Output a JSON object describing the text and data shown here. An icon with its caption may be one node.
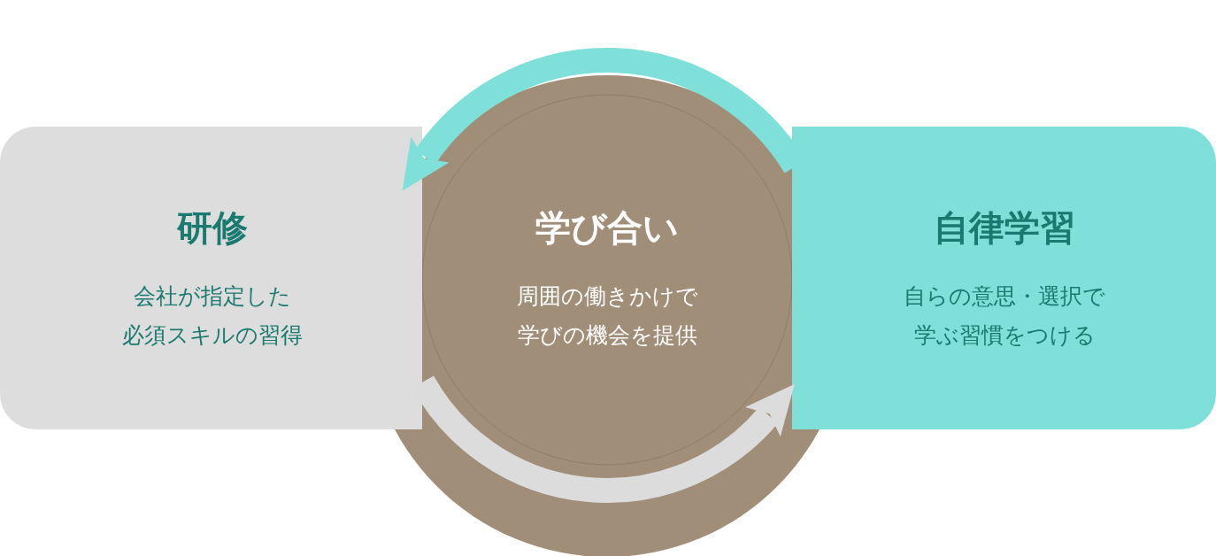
{
  "diagram": {
    "nodes": [
      {
        "text": [
          "研修",
          "会社が指定した必須スキルの習得"
        ]
      },
      {
        "text": [
          "学び合い",
          "周囲の働きかけで学びの機会を提供"
        ]
      },
      {
        "text": [
          "自律学習",
          "自らの意思・選択で学ぶ習慣をつける"
        ]
      }
    ],
    "edges": [
      {
        "from": 0,
        "to": 2,
        "arrow": "to",
        "color": "#dcdcdc"
      },
      {
        "from": 2,
        "to": 0,
        "arrow": "to",
        "color": "#7fdfd9"
      }
    ]
  }
}
